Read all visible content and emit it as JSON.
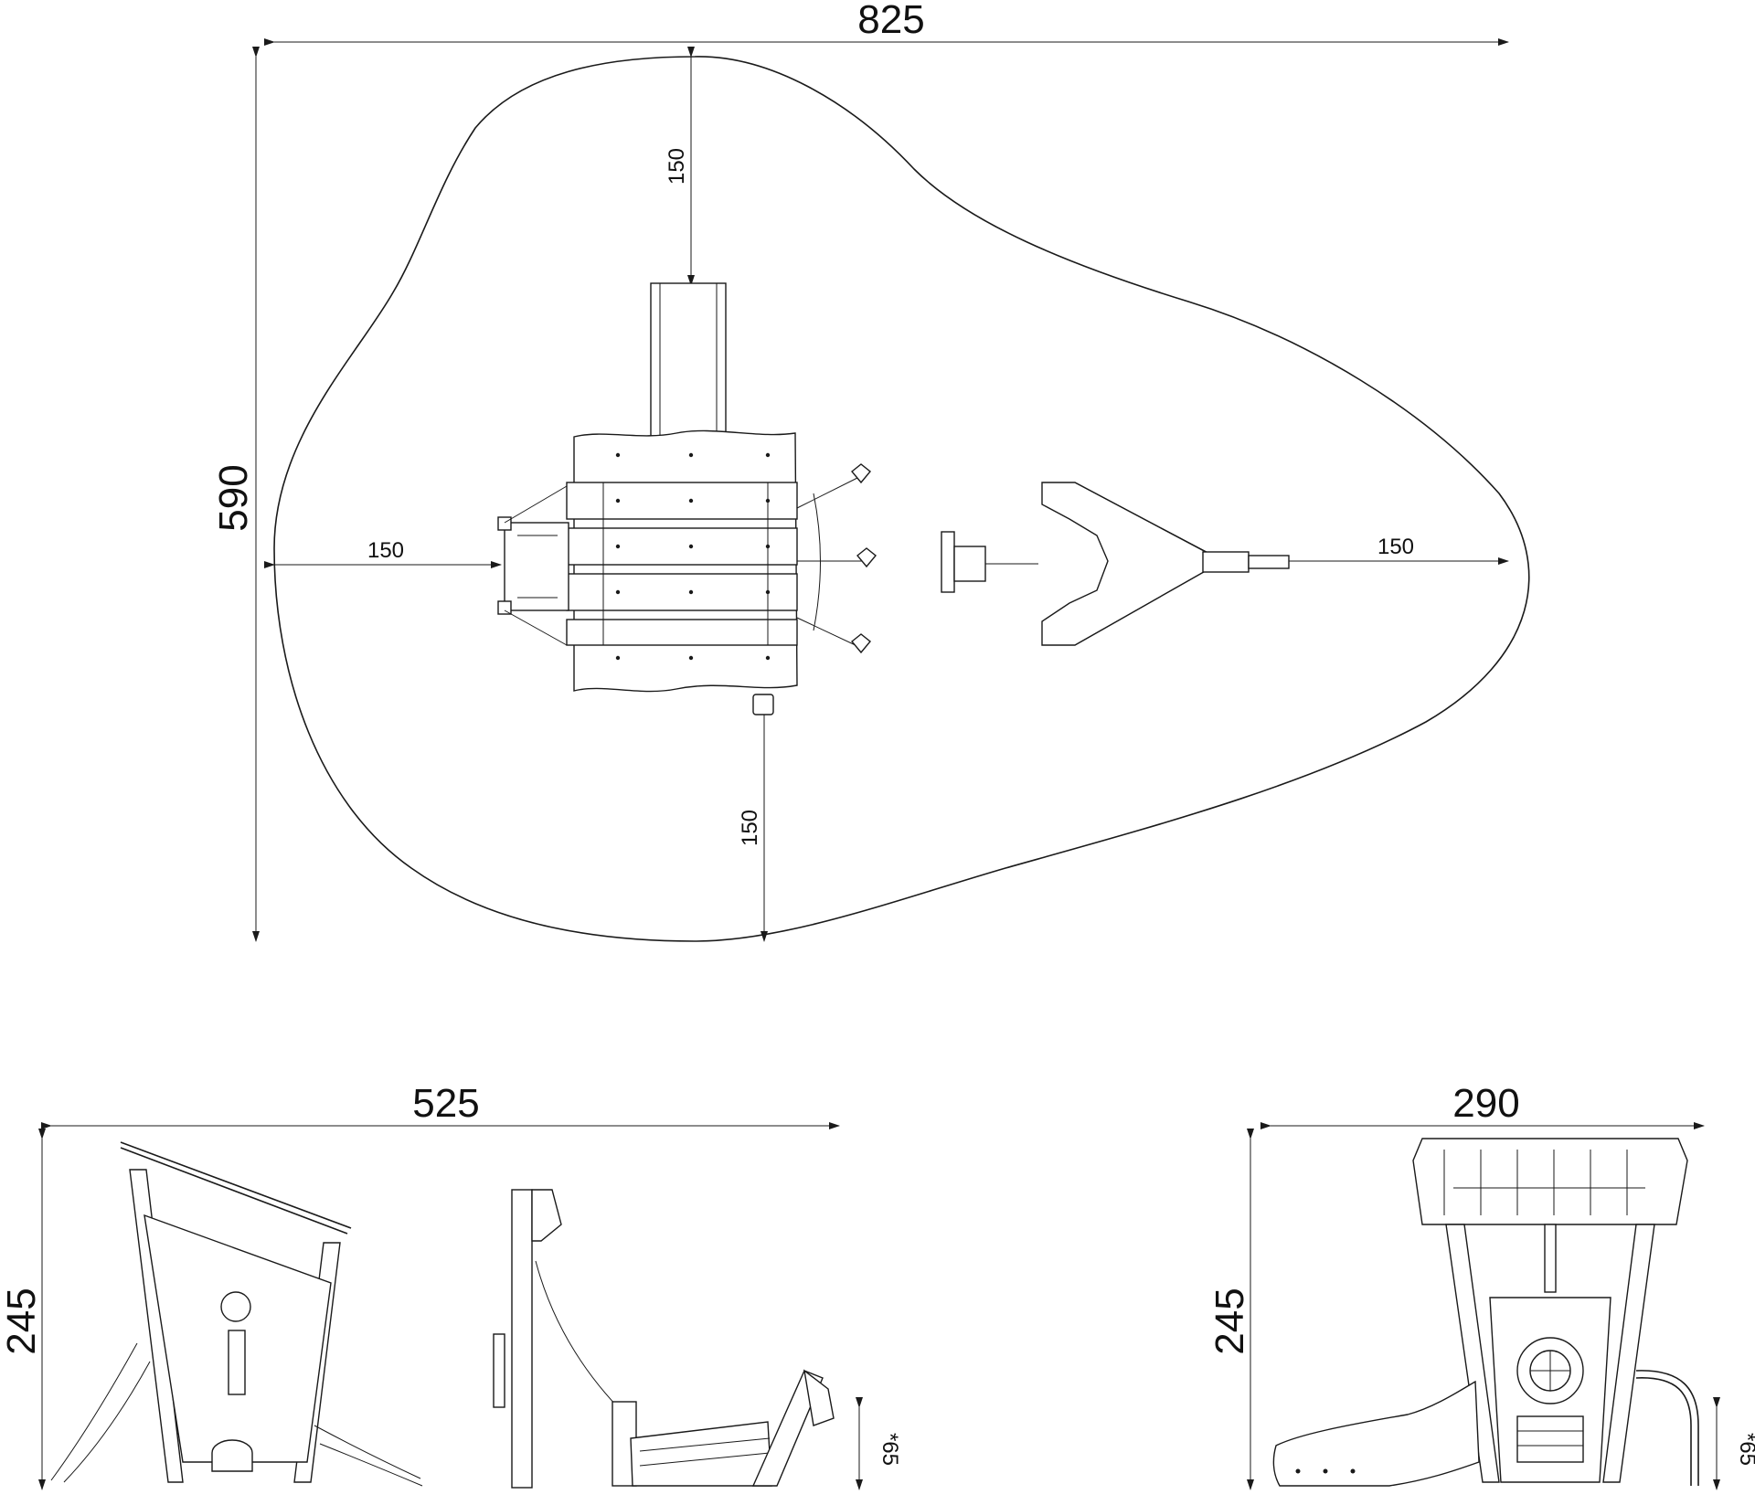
{
  "plan": {
    "width_label": "825",
    "height_label": "590",
    "clear_left": "150",
    "clear_right": "150",
    "clear_top": "150",
    "clear_bottom": "150"
  },
  "side_view": {
    "width_label": "525",
    "height_label": "245",
    "depth_label": "*65"
  },
  "front_view": {
    "width_label": "290",
    "height_label": "245",
    "depth_label": "*65"
  },
  "colors": {
    "ink": "#1a1a1a",
    "paper": "#ffffff"
  }
}
